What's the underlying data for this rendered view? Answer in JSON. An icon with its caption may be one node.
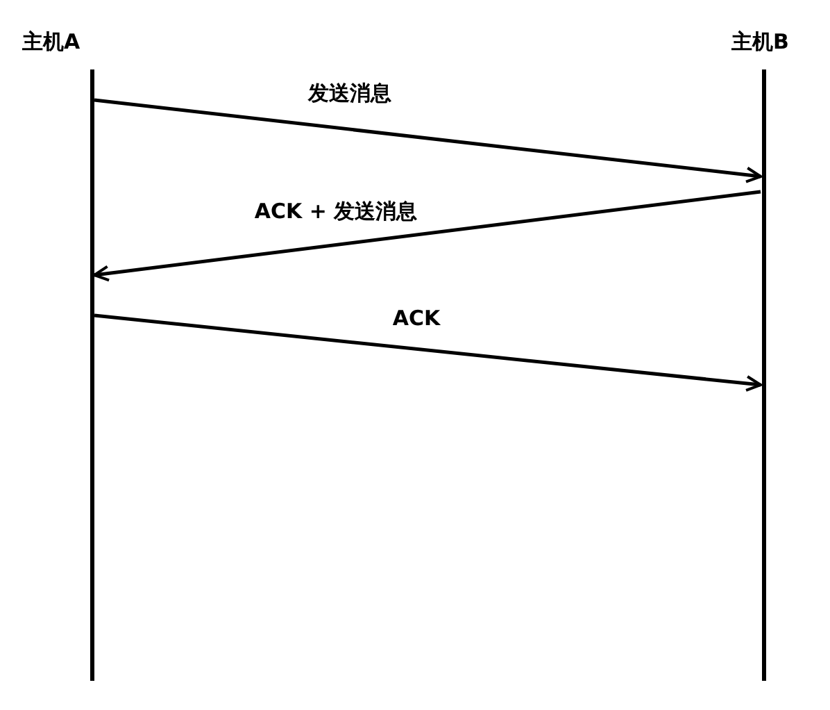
{
  "diagram": {
    "nodes": [
      {
        "text": [
          "主机A"
        ]
      },
      {
        "text": [
          "主机B"
        ]
      }
    ],
    "edges": [
      {
        "from": 0,
        "to": 1,
        "arrow": "to",
        "label": "发送消息"
      },
      {
        "from": 1,
        "to": 0,
        "arrow": "to",
        "label": "ACK + 发送消息"
      },
      {
        "from": 0,
        "to": 1,
        "arrow": "to",
        "label": "ACK"
      }
    ]
  }
}
